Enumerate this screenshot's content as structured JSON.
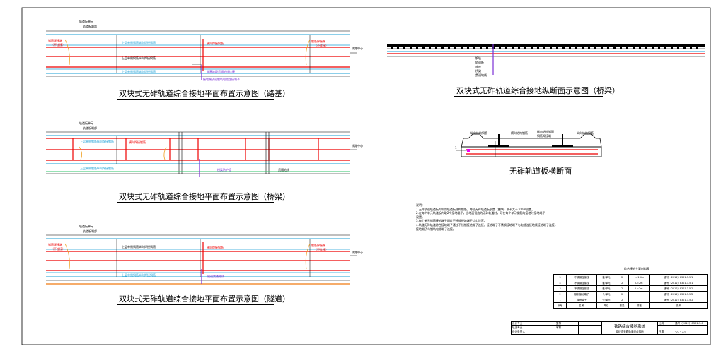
{
  "drawing": {
    "roadbed": {
      "title": "双块式无砟轨道综合接地平面布置示意图（路基）",
      "labels": {
        "top1": "轨道板单元",
        "top2": "轨道板端部",
        "leftA": "钢筋焊接端",
        "leftB": "（不连接）",
        "mid1": "上层单侧钢筋纵向焊接钢筋",
        "mid2": "上层单侧钢筋纵向焊接钢筋",
        "mid3": "上层单侧钢筋纵向焊接钢筋",
        "cross": "横向焊接钢筋",
        "rightA": "钢筋焊接端",
        "rightB": "（不连接）",
        "center": "线路中心",
        "bot1": "路基地段贯通地线连接",
        "bot2": "接地端子或钢轨电缆连接端子"
      }
    },
    "bridge": {
      "title": "双块式无砟轨道综合接地平面布置示意图（桥梁）",
      "labels": {
        "top1": "轨道板单元",
        "top2": "轨道板端部",
        "mid1": "上层单侧钢筋纵向焊接钢筋",
        "mid2": "上层单侧钢筋纵向焊接钢筋",
        "cross": "横向焊接钢筋",
        "center": "线路中心",
        "bot1": "桥梁防护墙",
        "bot2": "贯通地线"
      }
    },
    "tunnel": {
      "title": "双块式无砟轨道综合接地平面布置示意图（隧道）",
      "labels": {
        "top1": "轨道板单元",
        "top2": "轨道板端部",
        "leftA": "钢筋焊接端",
        "leftB": "（不连接）",
        "mid1": "上层单侧钢筋纵向焊接钢筋",
        "mid2": "上层单侧钢筋纵向焊接钢筋",
        "cross": "横向焊接钢筋",
        "rightA": "钢筋焊接端",
        "rightB": "（不连接）",
        "center": "线路中心",
        "bot1": "隧道贯通地线"
      }
    },
    "longitudinal": {
      "title": "双块式无砟轨道综合接地纵断面示意图（桥梁）",
      "labels": [
        "钢轨",
        "轨道板",
        "底座",
        "桥梁",
        "贯通地线"
      ]
    },
    "cross_section": {
      "title": "无砟轨道板横断面",
      "labels": {
        "l1": "纵向结构钢筋",
        "l2": "横向结构钢筋",
        "l3": "纵向结构钢筋",
        "l4": "钢筋焊接端",
        "l5": "纵向结构钢筋",
        "num": "1"
      }
    },
    "notes": {
      "heading": "说明：",
      "items": [
        "1.无砟轨道轨道板内利用轨道板结构钢筋，每段无砟轨道板长度（整块）按不大于100m设置。",
        "2.在每个单元轨道板内取2个接地端子，当地面设施为无砟轨道时，可在每个单元钢筋的接地时接地端子",
        "   设置。",
        "3.每个单元钢筋接地端子通过不锈钢接地端子均匀设置。",
        "4.轨道无砟轨道综合接地端子通过不锈钢接地端子连接，接地端子不锈钢接地端子与电缆连接地线接地端子连接，",
        "   接地端子与钢轨电缆端子连接。"
      ]
    },
    "materials": {
      "title": "综合接地主要材料表",
      "rows": [
        [
          "5",
          "不锈钢连接线",
          "套/单元",
          "2",
          "L=1.4m",
          "通号（2012）8301-3.5/1"
        ],
        [
          "4",
          "不锈钢连接线",
          "套/单元",
          "2",
          "L=2m",
          "通号（2012）8301-3.5/1"
        ],
        [
          "3",
          "不锈钢连接线",
          "套/单元",
          "2",
          "L=2m",
          "通号（2012）8301-3.5/1"
        ],
        [
          "2",
          "钢轨接地端子",
          "个/单元",
          "2",
          "",
          "通号（2012）8301-3.5/2"
        ],
        [
          "1",
          "接地端子",
          "个/单元",
          "2",
          "",
          "通号（2012）8301-3.5/2"
        ]
      ],
      "header": [
        "序号",
        "名 称",
        "单位",
        "数量",
        "规格",
        "说 明"
      ]
    },
    "title_block": {
      "system": "铁路综合接地系统",
      "drawing": "双块式无砟轨道综合接地",
      "code": "通号（2012）8301-3.6",
      "date": "2012.07",
      "r1": "设计专业",
      "r2": "轨道专业",
      "r3": "设计负责人",
      "r4": "复核",
      "r5": "审核",
      "r6": "比例",
      "r7": "日期"
    }
  }
}
